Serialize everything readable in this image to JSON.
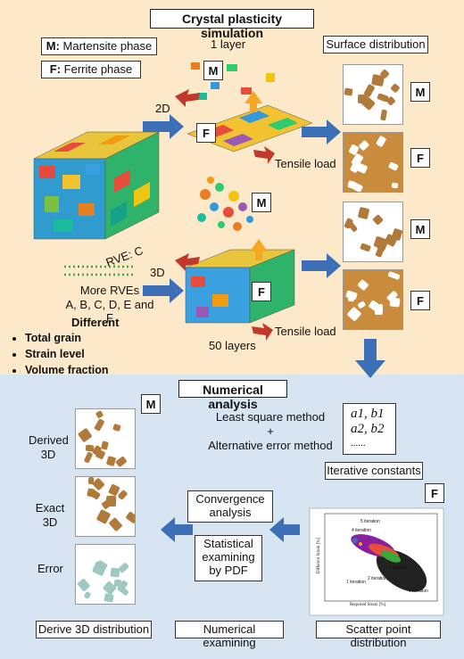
{
  "top": {
    "title": "Crystal plasticity simulation",
    "legend_m": {
      "key": "M:",
      "text": "Martensite phase"
    },
    "legend_f": {
      "key": "F:",
      "text": "Ferrite phase"
    },
    "one_layer": "1 layer",
    "label_2d": "2D",
    "label_3d": "3D",
    "tensile_load_1": "Tensile load",
    "tensile_load_2": "Tensile load",
    "fifty_layers": "50 layers",
    "rve_c": "RVE: C",
    "more_rves_1": "More RVEs",
    "more_rves_2": "A, B, C, D, E and F",
    "different": "Different",
    "properties": [
      "Total grain",
      "Strain level",
      "Volume fraction"
    ],
    "surface_distribution": "Surface distribution",
    "tags": {
      "m": "M",
      "f": "F"
    }
  },
  "bottom": {
    "title": "Numerical analysis",
    "least_square": "Least square method",
    "plus": "+",
    "alt_error": "Alternative error method",
    "constants_line1": "a1, b1",
    "constants_line2": "a2, b2",
    "constants_dots": "......",
    "iterative_constants": "Iterative constants",
    "convergence": "Convergence analysis",
    "statistical": "Statistical examining by PDF",
    "derived_3d": "Derived 3D",
    "exact_3d": "Exact 3D",
    "error": "Error",
    "derive_caption": "Derive 3D distribution",
    "numerical_caption": "Numerical examining",
    "scatter_caption": "Scatter point distribution",
    "tags": {
      "m": "M",
      "f": "F"
    }
  },
  "scatter": {
    "xlabel": "Required Strain [%]",
    "ylabel": "Different Strain [%]",
    "annotations": [
      "5 iteration",
      "4 iteration",
      "3 iteration",
      "2 iteration",
      "1 iteration",
      "0 iteration"
    ]
  },
  "colors": {
    "top_bg": "#fbe9c9",
    "bottom_bg": "#d7e4f2",
    "arrow_blue": "#3d6fb6",
    "arrow_red": "#c0392b",
    "arrow_orange": "#f5a623"
  }
}
